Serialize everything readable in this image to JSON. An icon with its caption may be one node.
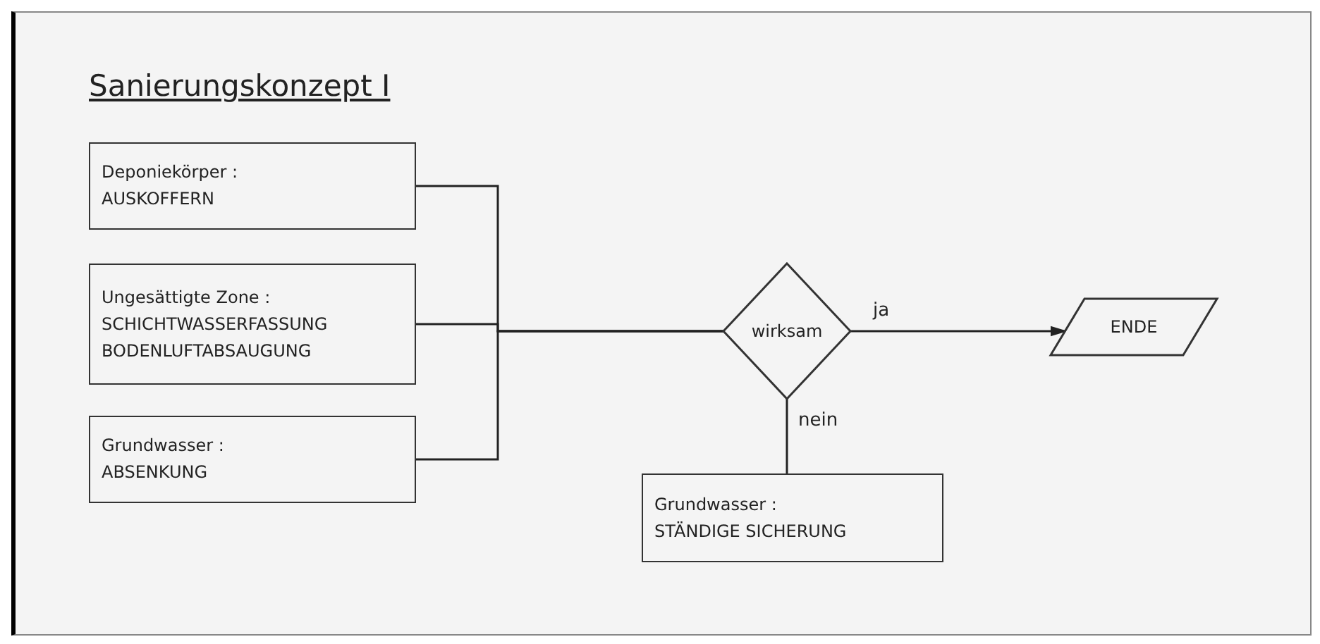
{
  "diagram": {
    "title": "Sanierungskonzept I",
    "nodes": [
      {
        "text": [
          "Deponiekörper :",
          "AUSKOFFERN"
        ]
      },
      {
        "text": [
          "Ungesättigte Zone :",
          "SCHICHTWASSERFASSUNG",
          "BODENLUFTABSAUGUNG"
        ]
      },
      {
        "text": [
          "Grundwasser :",
          "ABSENKUNG"
        ]
      },
      {
        "text": [
          "wirksam"
        ]
      },
      {
        "text": [
          "ENDE"
        ]
      },
      {
        "text": [
          "Grundwasser :",
          "STÄNDIGE SICHERUNG"
        ]
      }
    ],
    "edges": [
      {
        "from": 0,
        "to": 3,
        "arrow": "none"
      },
      {
        "from": 1,
        "to": 3,
        "arrow": "none"
      },
      {
        "from": 2,
        "to": 3,
        "arrow": "none"
      },
      {
        "from": 3,
        "to": 4,
        "arrow": "to",
        "label": "ja"
      },
      {
        "from": 3,
        "to": 5,
        "arrow": "none",
        "label": "nein"
      }
    ]
  }
}
